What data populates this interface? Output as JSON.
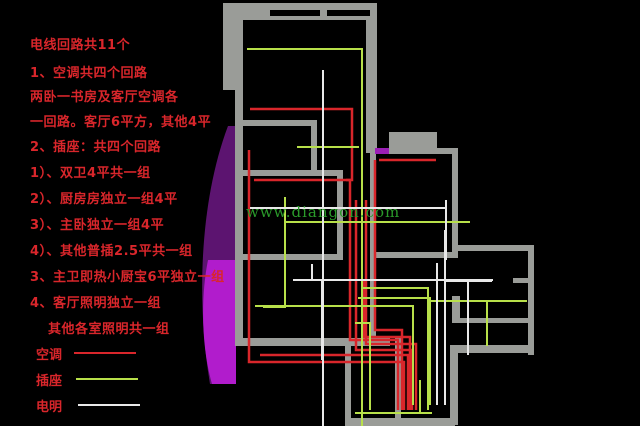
{
  "notes": [
    "电线回路共11个",
    "1、空调共四个回路",
    "两卧一书房及客厅空调各",
    "一回路。客厅6平方，其他4平",
    "2、插座：共四个回路",
    "1）、双卫4平共一组",
    "2）、厨房房独立一组4平",
    "3）、主卧独立一组4平",
    "4）、其他普插2.5平共一组",
    "3、主卫即热小厨宝6平独立一组",
    "4、客厅照明独立一组",
    "其他各室照明共一组"
  ],
  "legend": [
    {
      "label": "空调",
      "color": "#d9262b",
      "icon": "red-line"
    },
    {
      "label": "插座",
      "color": "#b8e04a",
      "icon": "green-line"
    },
    {
      "label": "电明",
      "color": "#e8e8e8",
      "icon": "white-line"
    }
  ],
  "watermark": "www.diangon.com",
  "colors": {
    "background": "#000000",
    "wall": "#9a9c98",
    "aircon_wire": "#d9262b",
    "socket_wire": "#b8e04a",
    "lighting_wire": "#e8e8e8",
    "text": "#d9262b",
    "accent_purple": "#9b1fb5"
  }
}
